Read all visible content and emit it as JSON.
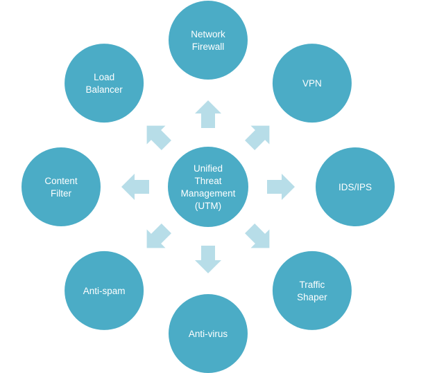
{
  "colors": {
    "node": "#4bacc6",
    "arrow": "#b7dde8",
    "label_text": "#ffffff"
  },
  "center": {
    "label_lines": [
      "Unified",
      "Threat",
      "Management",
      "(UTM)"
    ]
  },
  "nodes": [
    {
      "id": "network-firewall",
      "label_lines": [
        "Network",
        "Firewall"
      ]
    },
    {
      "id": "vpn",
      "label_lines": [
        "VPN"
      ]
    },
    {
      "id": "ids-ips",
      "label_lines": [
        "IDS/IPS"
      ]
    },
    {
      "id": "traffic-shaper",
      "label_lines": [
        "Traffic",
        "Shaper"
      ]
    },
    {
      "id": "anti-virus",
      "label_lines": [
        "Anti-virus"
      ]
    },
    {
      "id": "anti-spam",
      "label_lines": [
        "Anti-spam"
      ]
    },
    {
      "id": "content-filter",
      "label_lines": [
        "Content",
        "Filter"
      ]
    },
    {
      "id": "load-balancer",
      "label_lines": [
        "Load",
        "Balancer"
      ]
    }
  ]
}
